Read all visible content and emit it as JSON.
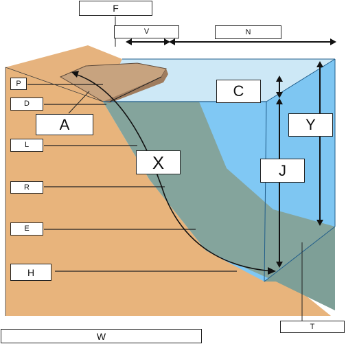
{
  "labels": {
    "F": "F",
    "V": "V",
    "N": "N",
    "P": "P",
    "D": "D",
    "A": "A",
    "C": "C",
    "Y": "Y",
    "L": "L",
    "X": "X",
    "J": "J",
    "R": "R",
    "E": "E",
    "H": "H",
    "T": "T",
    "W": "W"
  },
  "colors": {
    "rock": "#E8B47C",
    "rock_top": "#E6B37E",
    "sediment": "#84A49C",
    "sediment_dark": "#6F8F88",
    "water_front": "#80C8F4",
    "water_top": "#CDE8F6",
    "shelf_block": "#C7A37F",
    "outline": "#222222"
  }
}
